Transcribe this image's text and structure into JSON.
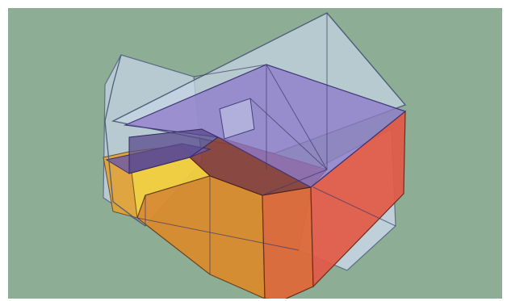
{
  "scene": {
    "background_color": "#8dad95",
    "frame_color": "#ffffff",
    "objects": [
      {
        "name": "translucent-blue-polyhedron",
        "color": "#b9cce0"
      },
      {
        "name": "purple-slab",
        "color": "#8a76c4"
      },
      {
        "name": "red-box",
        "color": "#e2654d"
      },
      {
        "name": "orange-block",
        "color": "#d98a2e"
      },
      {
        "name": "yellow-face",
        "color": "#f0c93a"
      }
    ]
  }
}
